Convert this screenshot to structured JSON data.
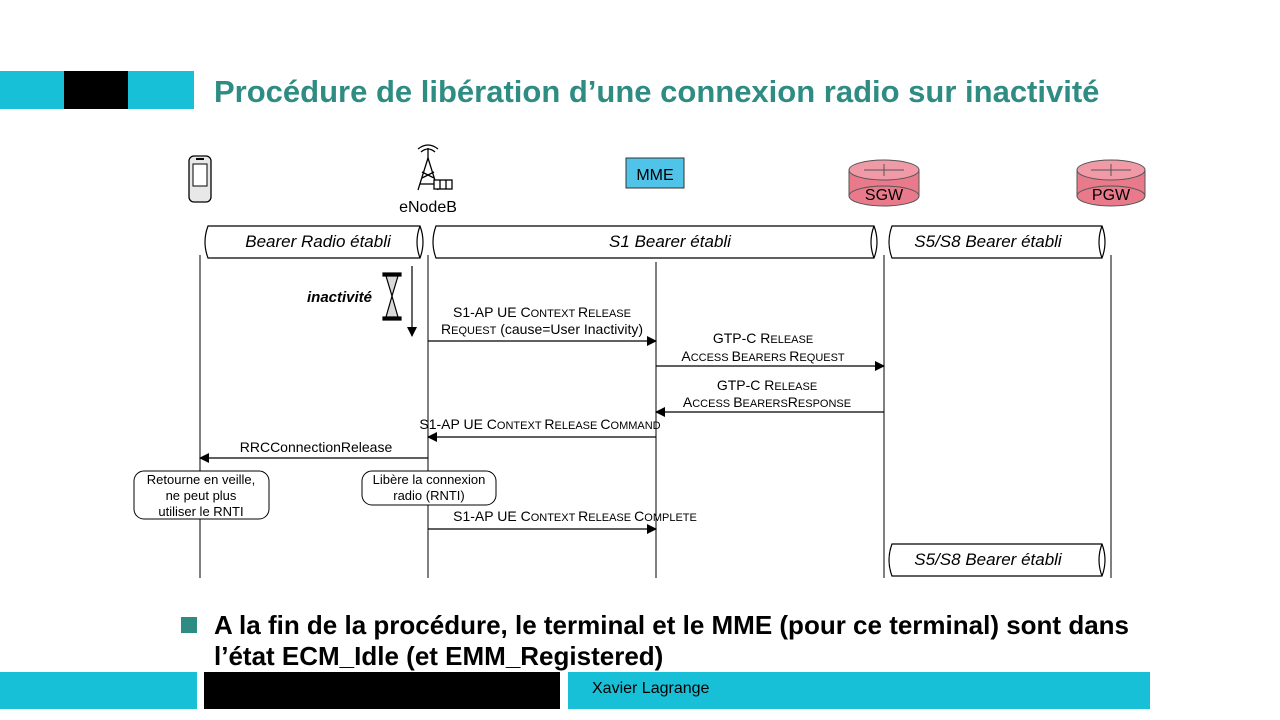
{
  "slide": {
    "title": "Procédure de libération d’une connexion radio sur inactivité",
    "bullet": "A la fin de la procédure, le terminal et le MME (pour ce terminal) sont dans l’état ECM_Idle (et EMM_Registered)",
    "footer_author": "Xavier Lagrange"
  },
  "colors": {
    "accent_cyan": "#17c0d6",
    "title_teal": "#2e8c82",
    "mme_box": "#4fc3e8",
    "gateway_pink": "#e87a8c"
  },
  "actors": {
    "enodeb": "eNodeB",
    "mme": "MME",
    "sgw": "SGW",
    "pgw": "PGW"
  },
  "bearers": {
    "radio": "Bearer Radio établi",
    "s1": "S1 Bearer établi",
    "s5_top": "S5/S8 Bearer établi",
    "s5_bottom": "S5/S8 Bearer établi"
  },
  "timer": {
    "label": "inactivité"
  },
  "messages": {
    "m1": {
      "line1": [
        [
          "S",
          "big"
        ],
        [
          "1-AP UE C",
          "big"
        ],
        [
          "ONTEXT ",
          "small"
        ],
        [
          "R",
          "big"
        ],
        [
          "ELEASE",
          "small"
        ]
      ],
      "line2": [
        [
          "R",
          "big"
        ],
        [
          "EQUEST",
          "small"
        ],
        [
          " (cause=User Inactivity)",
          "big"
        ]
      ]
    },
    "m2": {
      "line1": [
        [
          "GTP-C R",
          "big"
        ],
        [
          "ELEASE",
          "small"
        ]
      ],
      "line2": [
        [
          "A",
          "big"
        ],
        [
          "CCESS ",
          "small"
        ],
        [
          "B",
          "big"
        ],
        [
          "EARERS ",
          "small"
        ],
        [
          "R",
          "big"
        ],
        [
          "EQUEST",
          "small"
        ]
      ]
    },
    "m3": {
      "line1": [
        [
          "GTP-C R",
          "big"
        ],
        [
          "ELEASE",
          "small"
        ]
      ],
      "line2": [
        [
          "A",
          "big"
        ],
        [
          "CCESS ",
          "small"
        ],
        [
          "B",
          "big"
        ],
        [
          "EARERS",
          "small"
        ],
        [
          "R",
          "big"
        ],
        [
          "ESPONSE",
          "small"
        ]
      ]
    },
    "m4": {
      "line1": [
        [
          "S1-AP UE C",
          "big"
        ],
        [
          "ONTEXT ",
          "small"
        ],
        [
          "R",
          "big"
        ],
        [
          "ELEASE ",
          "small"
        ],
        [
          "C",
          "big"
        ],
        [
          "OMMAND",
          "small"
        ]
      ]
    },
    "m5": {
      "text": "RRCConnectionRelease"
    },
    "m6": {
      "line1": [
        [
          "S1-AP UE C",
          "big"
        ],
        [
          "ONTEXT ",
          "small"
        ],
        [
          "R",
          "big"
        ],
        [
          "ELEASE ",
          "small"
        ],
        [
          "C",
          "big"
        ],
        [
          "OMPLETE",
          "small"
        ]
      ]
    }
  },
  "notes": {
    "ue": [
      "Retourne en veille,",
      "ne peut plus",
      "utiliser le RNTI"
    ],
    "enb": [
      "Libère la connexion",
      "radio (RNTI)"
    ]
  }
}
